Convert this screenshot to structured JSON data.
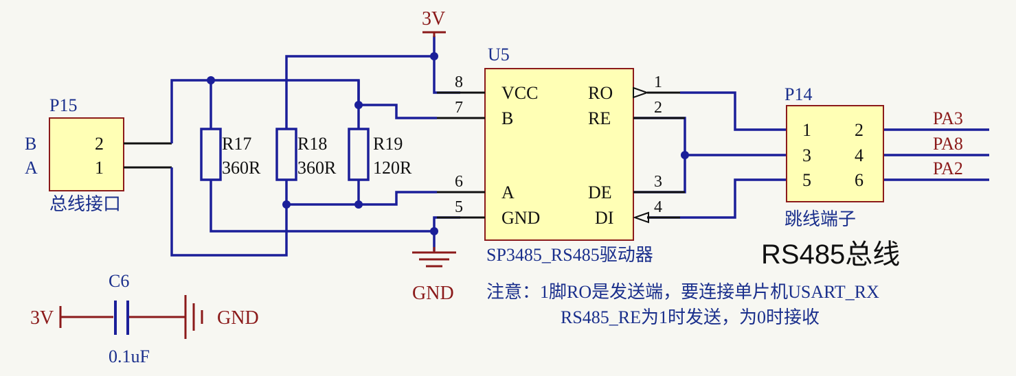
{
  "power": {
    "vcc_label": "3V",
    "gnd_label": "GND"
  },
  "p15": {
    "ref": "P15",
    "desc": "总线接口",
    "pin2": "2",
    "pin1": "1",
    "net_b": "B",
    "net_a": "A"
  },
  "resistors": [
    {
      "ref": "R17",
      "value": "360R"
    },
    {
      "ref": "R18",
      "value": "360R"
    },
    {
      "ref": "R19",
      "value": "120R"
    }
  ],
  "u5": {
    "ref": "U5",
    "desc": "SP3485_RS485驱动器",
    "left_pins": [
      {
        "num": "8",
        "name": "VCC"
      },
      {
        "num": "7",
        "name": "B"
      },
      {
        "num": "6",
        "name": "A"
      },
      {
        "num": "5",
        "name": "GND"
      }
    ],
    "right_pins": [
      {
        "num": "1",
        "name": "RO"
      },
      {
        "num": "2",
        "name": "RE"
      },
      {
        "num": "3",
        "name": "DE"
      },
      {
        "num": "4",
        "name": "DI"
      }
    ]
  },
  "p14": {
    "ref": "P14",
    "desc": "跳线端子",
    "pins_left": [
      "1",
      "3",
      "5"
    ],
    "pins_right": [
      "2",
      "4",
      "6"
    ],
    "nets": [
      "PA3",
      "PA8",
      "PA2"
    ]
  },
  "title": "RS485总线",
  "notes": [
    "注意：1脚RO是发送端，要连接单片机USART_RX",
    "RS485_RE为1时发送，为0时接收"
  ],
  "c6": {
    "ref": "C6",
    "value": "0.1uF",
    "left_net": "3V",
    "right_net": "GND"
  }
}
